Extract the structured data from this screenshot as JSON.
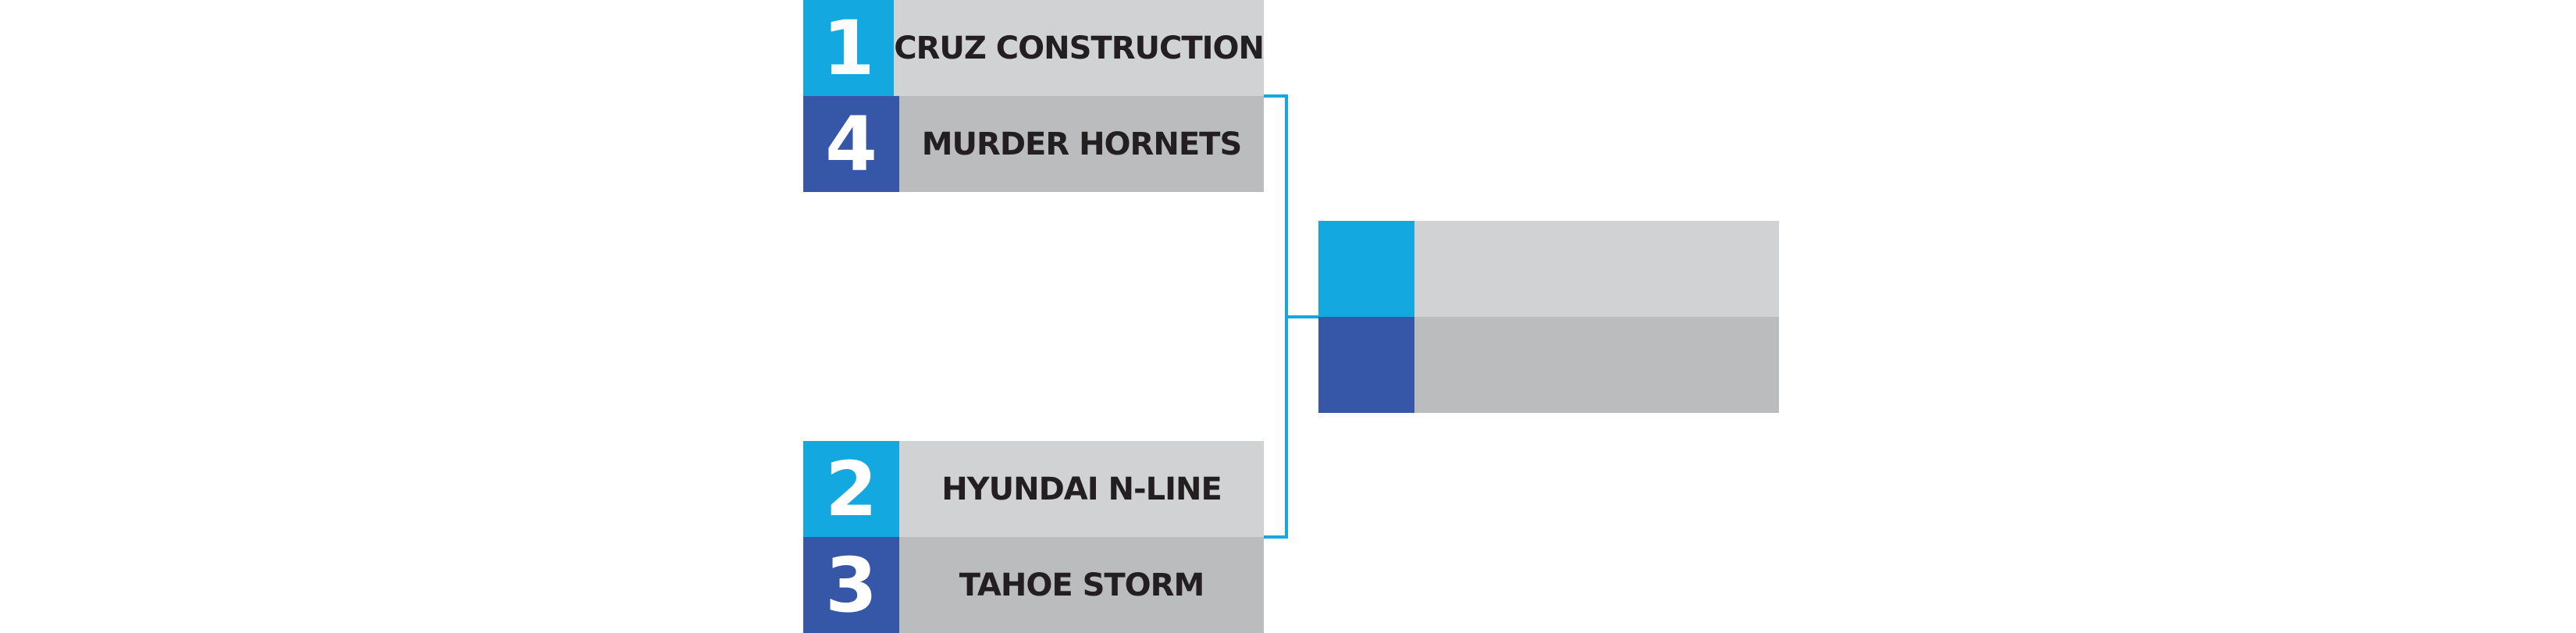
{
  "colors": {
    "seed_top": "#13a8e0",
    "seed_bottom": "#3656a7",
    "name_top": "#d1d2d4",
    "name_bottom": "#bbbcbe",
    "connector": "#13a8e0",
    "text": "#231f20"
  },
  "bracket": {
    "semifinals": [
      {
        "teams": [
          {
            "seed": "1",
            "name": "CRUZ CONSTRUCTION"
          },
          {
            "seed": "4",
            "name": "MURDER HORNETS"
          }
        ]
      },
      {
        "teams": [
          {
            "seed": "2",
            "name": "HYUNDAI N-LINE"
          },
          {
            "seed": "3",
            "name": "TAHOE STORM"
          }
        ]
      }
    ],
    "final": {
      "teams": [
        {
          "seed": "",
          "name": ""
        },
        {
          "seed": "",
          "name": ""
        }
      ]
    }
  }
}
